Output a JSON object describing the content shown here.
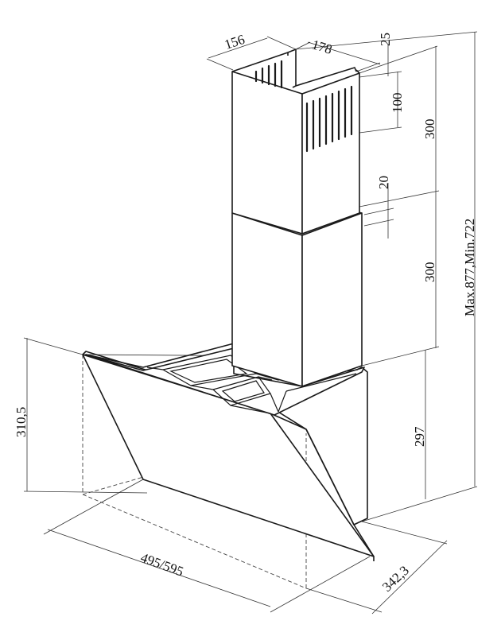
{
  "diagram": {
    "dimensions": {
      "chimney_depth": "156",
      "chimney_width": "178",
      "top_gap": "25",
      "vent_height": "100",
      "upper_chimney": "300",
      "overlap": "20",
      "lower_chimney": "300",
      "total_height": "Max.877,Min.722",
      "body_height": "297",
      "glass_height": "310,5",
      "width": "495/595",
      "depth": "342,3"
    }
  }
}
